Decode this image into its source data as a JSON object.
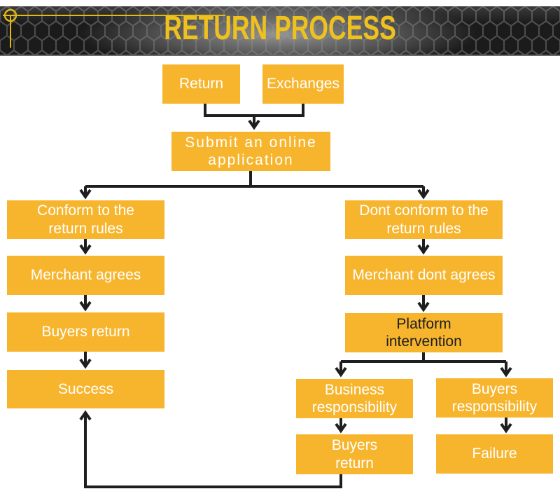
{
  "header": {
    "title": "RETURN PROCESS",
    "colors": {
      "title": "#EEC11E",
      "banner_bg": "#1B1B1B",
      "pattern_line": "#4D4D4D",
      "decoration": "#E6B90F"
    }
  },
  "flowchart": {
    "colors": {
      "node_fill": "#F7B52E",
      "node_text": "#FFFFFF",
      "platform_text": "#1D1D1D",
      "connector": "#1E1E1E"
    },
    "nodes": {
      "return": {
        "label": "Return"
      },
      "exchanges": {
        "label": "Exchanges"
      },
      "submit": {
        "label": "Submit an online\napplication"
      },
      "conform": {
        "label": "Conform to the\nreturn rules"
      },
      "merchant_agrees": {
        "label": "Merchant agrees"
      },
      "buyers_return_left": {
        "label": "Buyers return"
      },
      "success": {
        "label": "Success"
      },
      "dont_conform": {
        "label": "Dont conform to the\nreturn rules"
      },
      "merchant_dont_agrees": {
        "label": "Merchant dont agrees"
      },
      "platform_intervention": {
        "label": "Platform\nintervention"
      },
      "business_responsibility": {
        "label": "Business\nresponsibility"
      },
      "buyers_responsibility": {
        "label": "Buyers\nresponsibility"
      },
      "buyers_return_bottom": {
        "label": "Buyers\nreturn"
      },
      "failure": {
        "label": "Failure"
      }
    },
    "edges": [
      {
        "from": "return",
        "to": "submit"
      },
      {
        "from": "exchanges",
        "to": "submit"
      },
      {
        "from": "submit",
        "to": "conform"
      },
      {
        "from": "submit",
        "to": "dont_conform"
      },
      {
        "from": "conform",
        "to": "merchant_agrees"
      },
      {
        "from": "merchant_agrees",
        "to": "buyers_return_left"
      },
      {
        "from": "buyers_return_left",
        "to": "success"
      },
      {
        "from": "dont_conform",
        "to": "merchant_dont_agrees"
      },
      {
        "from": "merchant_dont_agrees",
        "to": "platform_intervention"
      },
      {
        "from": "platform_intervention",
        "to": "business_responsibility"
      },
      {
        "from": "platform_intervention",
        "to": "buyers_responsibility"
      },
      {
        "from": "business_responsibility",
        "to": "buyers_return_bottom"
      },
      {
        "from": "buyers_responsibility",
        "to": "failure"
      },
      {
        "from": "buyers_return_bottom",
        "to": "success"
      }
    ]
  }
}
